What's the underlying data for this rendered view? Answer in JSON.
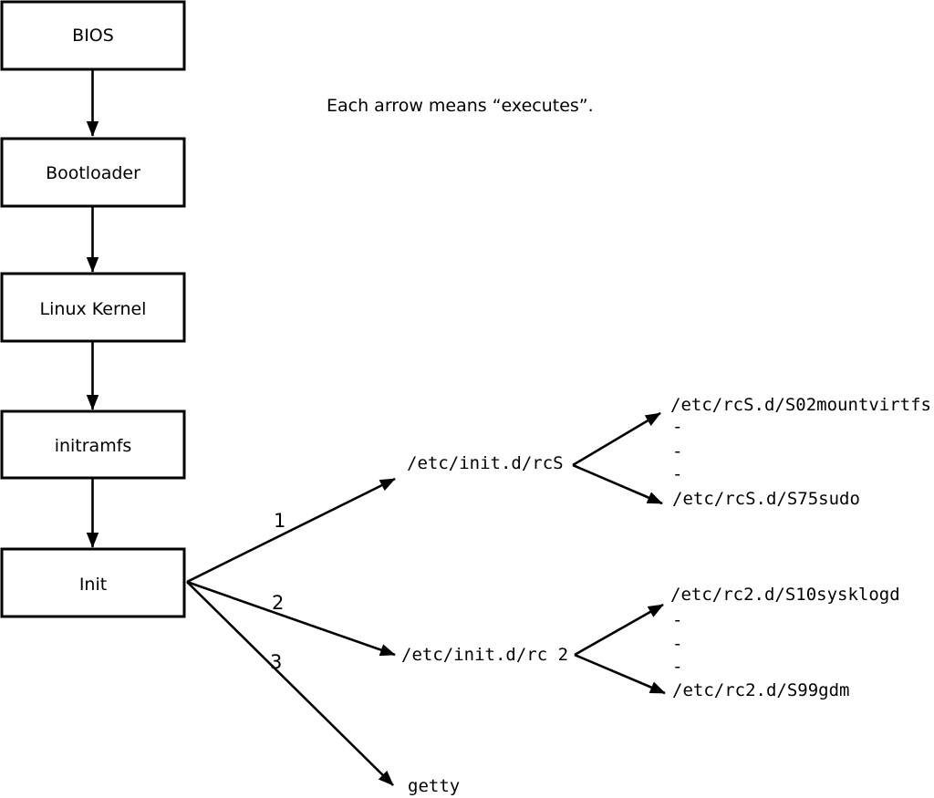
{
  "note": "Each arrow means “executes”.",
  "boot_chain": [
    {
      "label": "BIOS"
    },
    {
      "label": "Bootloader"
    },
    {
      "label": "Linux Kernel"
    },
    {
      "label": "initramfs"
    },
    {
      "label": "Init"
    }
  ],
  "init_branches": [
    {
      "number": "1",
      "target": "/etc/init.d/rcS",
      "children": [
        "/etc/rcS.d/S02mountvirtfs",
        "-",
        "-",
        "-",
        "/etc/rcS.d/S75sudo"
      ]
    },
    {
      "number": "2",
      "target": "/etc/init.d/rc 2",
      "children": [
        "/etc/rc2.d/S10sysklogd",
        "-",
        "-",
        "-",
        "/etc/rc2.d/S99gdm"
      ]
    },
    {
      "number": "3",
      "target": "getty",
      "children": []
    }
  ],
  "colors": {
    "line": "#000000",
    "background": "#ffffff",
    "box_fill": "#ffffff"
  }
}
